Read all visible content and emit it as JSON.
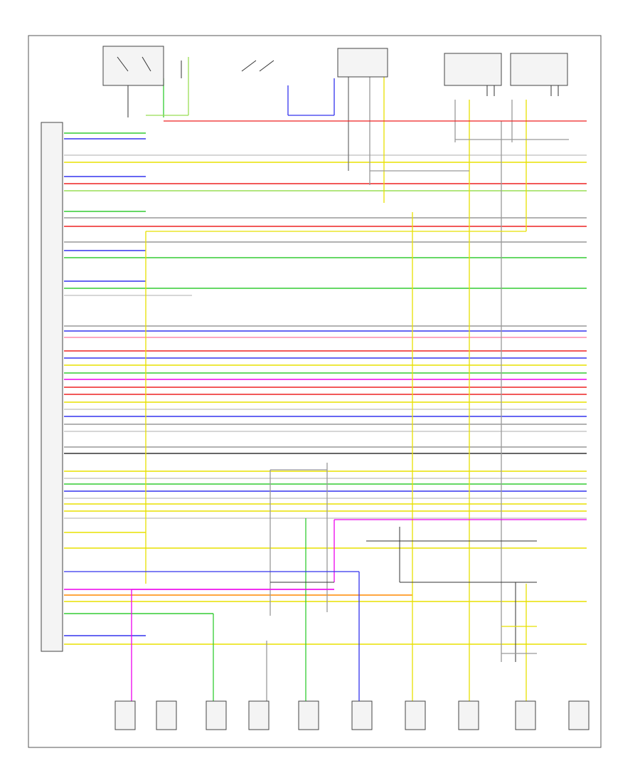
{
  "page": {
    "number": ""
  },
  "ecm": {
    "name": "",
    "connector_label": ""
  },
  "top_components": [
    {
      "name": ""
    },
    {
      "name": ""
    },
    {
      "name": ""
    },
    {
      "name": ""
    },
    {
      "name": ""
    },
    {
      "name": ""
    },
    {
      "name": ""
    }
  ],
  "bottom_components": [
    {
      "name": ""
    },
    {
      "name": ""
    },
    {
      "name": ""
    },
    {
      "name": ""
    },
    {
      "name": ""
    },
    {
      "name": ""
    },
    {
      "name": ""
    },
    {
      "name": ""
    },
    {
      "name": ""
    },
    {
      "name": ""
    }
  ],
  "right_components": [
    {
      "name": ""
    },
    {
      "name": ""
    },
    {
      "name": ""
    },
    {
      "name": ""
    }
  ],
  "wire_colors": {
    "green": "#33cc33",
    "blue": "#3333ee",
    "red": "#ee2222",
    "yellow": "#e8e000",
    "orange": "#ff8800",
    "magenta": "#ee00ee",
    "gray": "#999999",
    "light_gray": "#c8c8c8",
    "black": "#333333",
    "pink": "#ff88aa",
    "light_green": "#99dd55",
    "brown": "#996633"
  },
  "wires": [
    {
      "color": "green"
    },
    {
      "color": "blue"
    },
    {
      "color": "light_gray"
    },
    {
      "color": "yellow"
    },
    {
      "color": "blue"
    },
    {
      "color": "red"
    },
    {
      "color": "light_green"
    },
    {
      "color": "green"
    },
    {
      "color": "gray"
    },
    {
      "color": "red"
    },
    {
      "color": "gray"
    },
    {
      "color": "blue"
    },
    {
      "color": "green"
    },
    {
      "color": "blue"
    },
    {
      "color": "green"
    },
    {
      "color": "light_gray"
    },
    {
      "color": "gray"
    },
    {
      "color": "blue"
    },
    {
      "color": "pink"
    },
    {
      "color": "red"
    },
    {
      "color": "blue"
    },
    {
      "color": "yellow"
    },
    {
      "color": "green"
    },
    {
      "color": "magenta"
    },
    {
      "color": "red"
    },
    {
      "color": "red"
    },
    {
      "color": "yellow"
    },
    {
      "color": "light_gray"
    },
    {
      "color": "blue"
    },
    {
      "color": "gray"
    },
    {
      "color": "light_gray"
    },
    {
      "color": "gray"
    },
    {
      "color": "black"
    },
    {
      "color": "yellow"
    },
    {
      "color": "light_gray"
    },
    {
      "color": "green"
    },
    {
      "color": "blue"
    },
    {
      "color": "light_gray"
    },
    {
      "color": "yellow"
    },
    {
      "color": "yellow"
    },
    {
      "color": "light_gray"
    },
    {
      "color": "yellow"
    },
    {
      "color": "yellow"
    },
    {
      "color": "magenta"
    },
    {
      "color": "orange"
    },
    {
      "color": "yellow"
    },
    {
      "color": "green"
    },
    {
      "color": "blue"
    },
    {
      "color": "yellow"
    }
  ]
}
